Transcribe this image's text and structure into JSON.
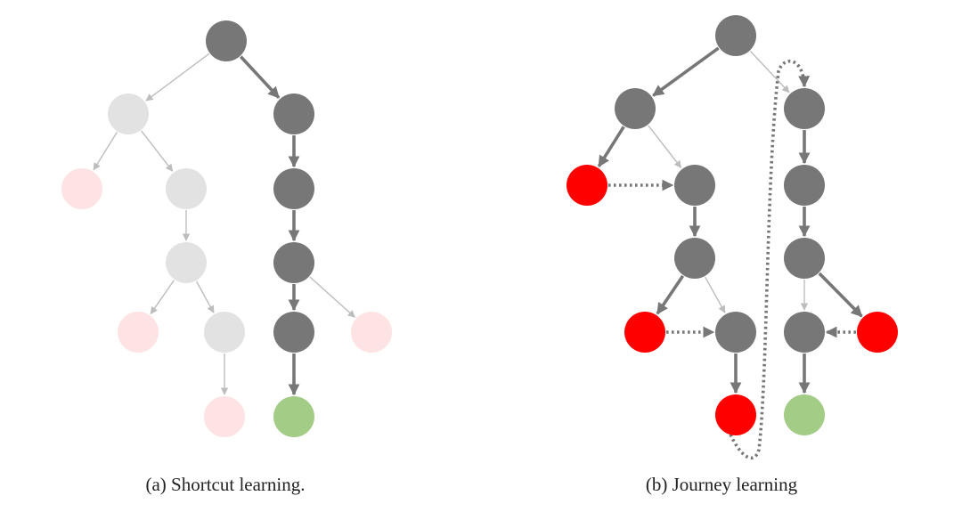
{
  "captions": {
    "a": "(a) Shortcut learning.",
    "b": "(b) Journey learning"
  },
  "colors": {
    "node_gray": "#777777",
    "node_gray_faded": "#e2e2e2",
    "node_red": "#ff0000",
    "node_red_faded": "#fde3e3",
    "node_green": "#a3cc87",
    "edge_strong": "#777777",
    "edge_light": "#bdbdbd"
  },
  "diagrams": [
    {
      "id": "shortcut",
      "nodes": [
        {
          "id": "a0",
          "kind": "gray"
        },
        {
          "id": "a1",
          "kind": "gray_faded"
        },
        {
          "id": "a2",
          "kind": "gray"
        },
        {
          "id": "a3",
          "kind": "red_faded"
        },
        {
          "id": "a4",
          "kind": "gray_faded"
        },
        {
          "id": "a5",
          "kind": "gray"
        },
        {
          "id": "a6",
          "kind": "gray_faded"
        },
        {
          "id": "a7",
          "kind": "gray"
        },
        {
          "id": "a8",
          "kind": "red_faded"
        },
        {
          "id": "a9",
          "kind": "gray_faded"
        },
        {
          "id": "a10",
          "kind": "gray"
        },
        {
          "id": "a11",
          "kind": "red_faded"
        },
        {
          "id": "a12",
          "kind": "red_faded"
        },
        {
          "id": "a13",
          "kind": "green"
        }
      ],
      "edges": [
        {
          "from": "a0",
          "to": "a1",
          "style": "light"
        },
        {
          "from": "a0",
          "to": "a2",
          "style": "strong"
        },
        {
          "from": "a1",
          "to": "a3",
          "style": "light"
        },
        {
          "from": "a1",
          "to": "a4",
          "style": "light"
        },
        {
          "from": "a2",
          "to": "a5",
          "style": "strong"
        },
        {
          "from": "a4",
          "to": "a6",
          "style": "light"
        },
        {
          "from": "a5",
          "to": "a7",
          "style": "strong"
        },
        {
          "from": "a6",
          "to": "a8",
          "style": "light"
        },
        {
          "from": "a6",
          "to": "a9",
          "style": "light"
        },
        {
          "from": "a7",
          "to": "a10",
          "style": "strong"
        },
        {
          "from": "a7",
          "to": "a11",
          "style": "light"
        },
        {
          "from": "a9",
          "to": "a12",
          "style": "light"
        },
        {
          "from": "a10",
          "to": "a13",
          "style": "strong"
        }
      ]
    },
    {
      "id": "journey",
      "nodes": [
        {
          "id": "b0",
          "kind": "gray"
        },
        {
          "id": "b1",
          "kind": "gray"
        },
        {
          "id": "b2",
          "kind": "gray"
        },
        {
          "id": "b3",
          "kind": "red"
        },
        {
          "id": "b4",
          "kind": "gray"
        },
        {
          "id": "b5",
          "kind": "gray"
        },
        {
          "id": "b6",
          "kind": "gray"
        },
        {
          "id": "b7",
          "kind": "gray"
        },
        {
          "id": "b8",
          "kind": "red"
        },
        {
          "id": "b9",
          "kind": "gray"
        },
        {
          "id": "b10",
          "kind": "gray"
        },
        {
          "id": "b11",
          "kind": "red"
        },
        {
          "id": "b12",
          "kind": "red"
        },
        {
          "id": "b13",
          "kind": "green"
        }
      ],
      "edges": [
        {
          "from": "b0",
          "to": "b1",
          "style": "strong"
        },
        {
          "from": "b0",
          "to": "b2",
          "style": "light"
        },
        {
          "from": "b1",
          "to": "b3",
          "style": "strong"
        },
        {
          "from": "b1",
          "to": "b4",
          "style": "light"
        },
        {
          "from": "b3",
          "to": "b4",
          "style": "dotted"
        },
        {
          "from": "b2",
          "to": "b5",
          "style": "strong"
        },
        {
          "from": "b4",
          "to": "b6",
          "style": "strong"
        },
        {
          "from": "b5",
          "to": "b7",
          "style": "strong"
        },
        {
          "from": "b6",
          "to": "b8",
          "style": "strong"
        },
        {
          "from": "b6",
          "to": "b9",
          "style": "light"
        },
        {
          "from": "b8",
          "to": "b9",
          "style": "dotted"
        },
        {
          "from": "b7",
          "to": "b10",
          "style": "light"
        },
        {
          "from": "b7",
          "to": "b11",
          "style": "strong"
        },
        {
          "from": "b11",
          "to": "b10",
          "style": "dotted"
        },
        {
          "from": "b9",
          "to": "b12",
          "style": "strong"
        },
        {
          "from": "b10",
          "to": "b13",
          "style": "strong"
        },
        {
          "from": "b12",
          "to": "b2",
          "style": "loop"
        }
      ]
    }
  ]
}
